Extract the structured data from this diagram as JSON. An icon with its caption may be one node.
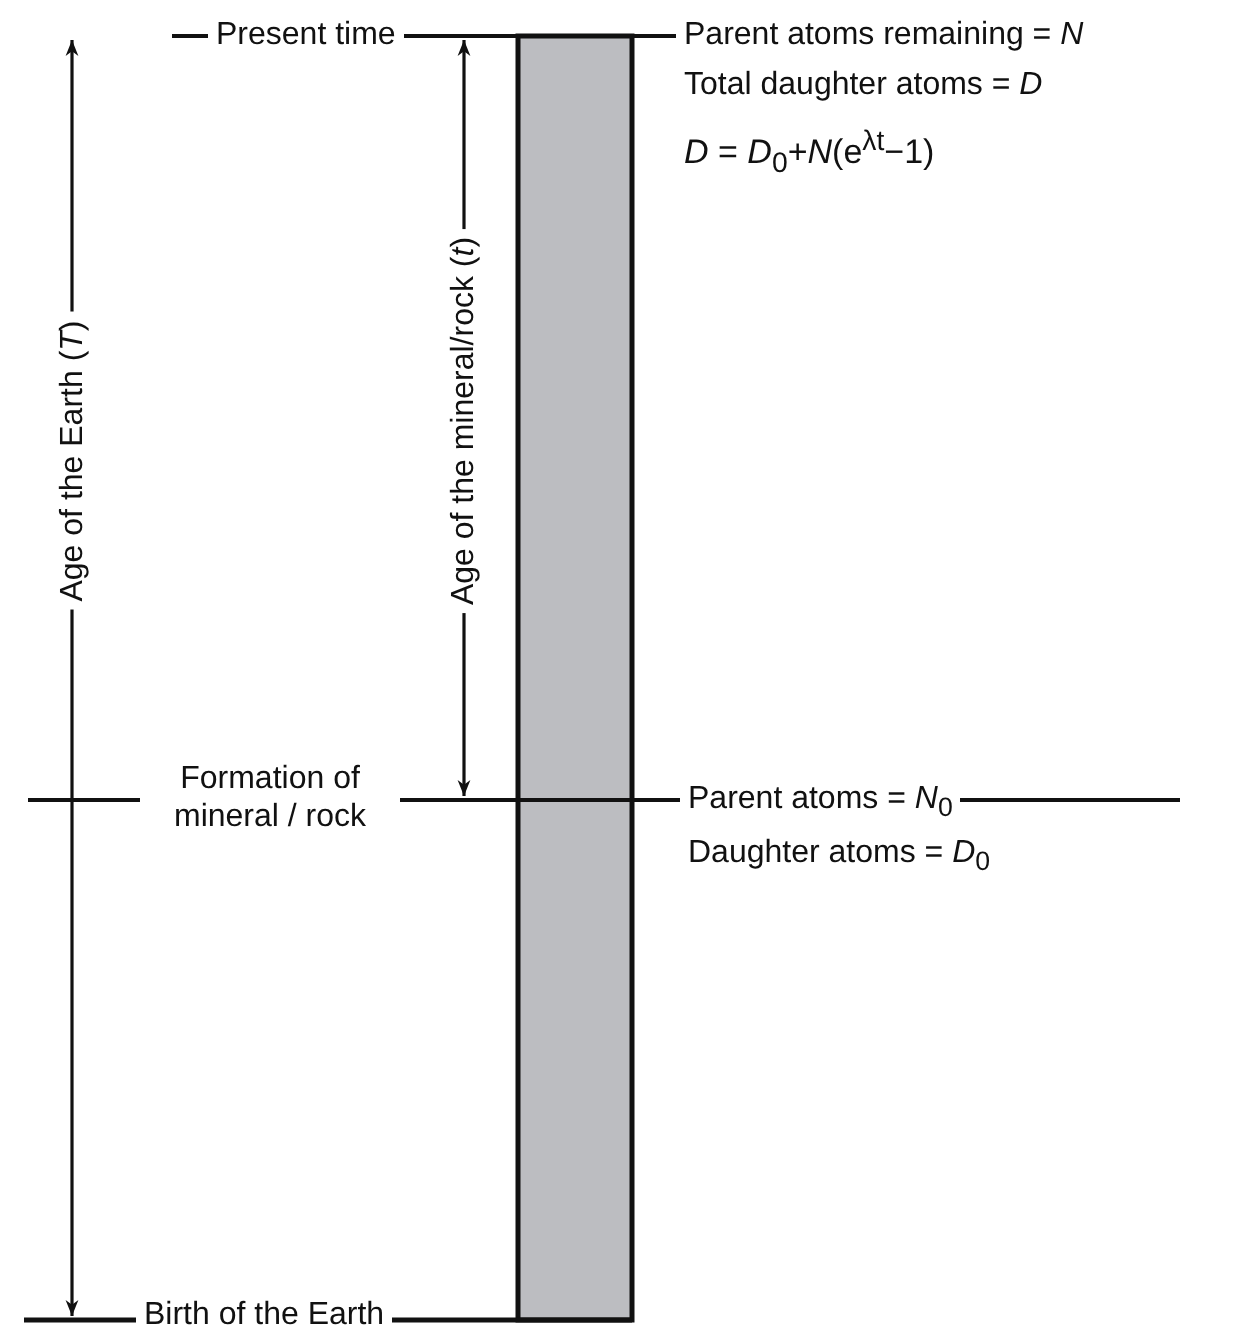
{
  "diagram": {
    "nodes": [
      {
        "text": [],
        "shape": "bar"
      }
    ],
    "labels": [
      "Present time",
      "Parent atoms remaining = *N*",
      "Total daughter atoms = *D*",
      "*D* = *D*$_{0}$+*N*(e$^{λt}$−1)",
      "Age of the Earth (*T*)",
      "Age of the mineral/rock (*t*)",
      "Formation of mineral / rock",
      "Parent atoms = *N*$_{0}$",
      "Daughter atoms = *D*$_{0}$",
      "Birth of the Earth"
    ]
  }
}
